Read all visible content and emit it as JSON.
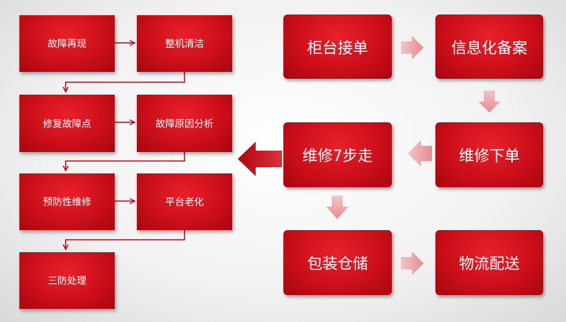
{
  "left_flow": [
    "故障再现",
    "整机清洁",
    "修复故障点",
    "故障原因分析",
    "预防性维修",
    "平台老化",
    "三防处理"
  ],
  "right_flow": {
    "counter_order": "柜台接单",
    "info_record": "信息化备案",
    "repair_order": "维修下单",
    "repair_seven_steps": "维修7步走",
    "pack_storage": "包装仓储",
    "logistics_delivery": "物流配送"
  },
  "colors": {
    "box_red": "#cc0f1a",
    "connector_red": "#c00010",
    "arrow_pink": "#e9a0a4"
  }
}
